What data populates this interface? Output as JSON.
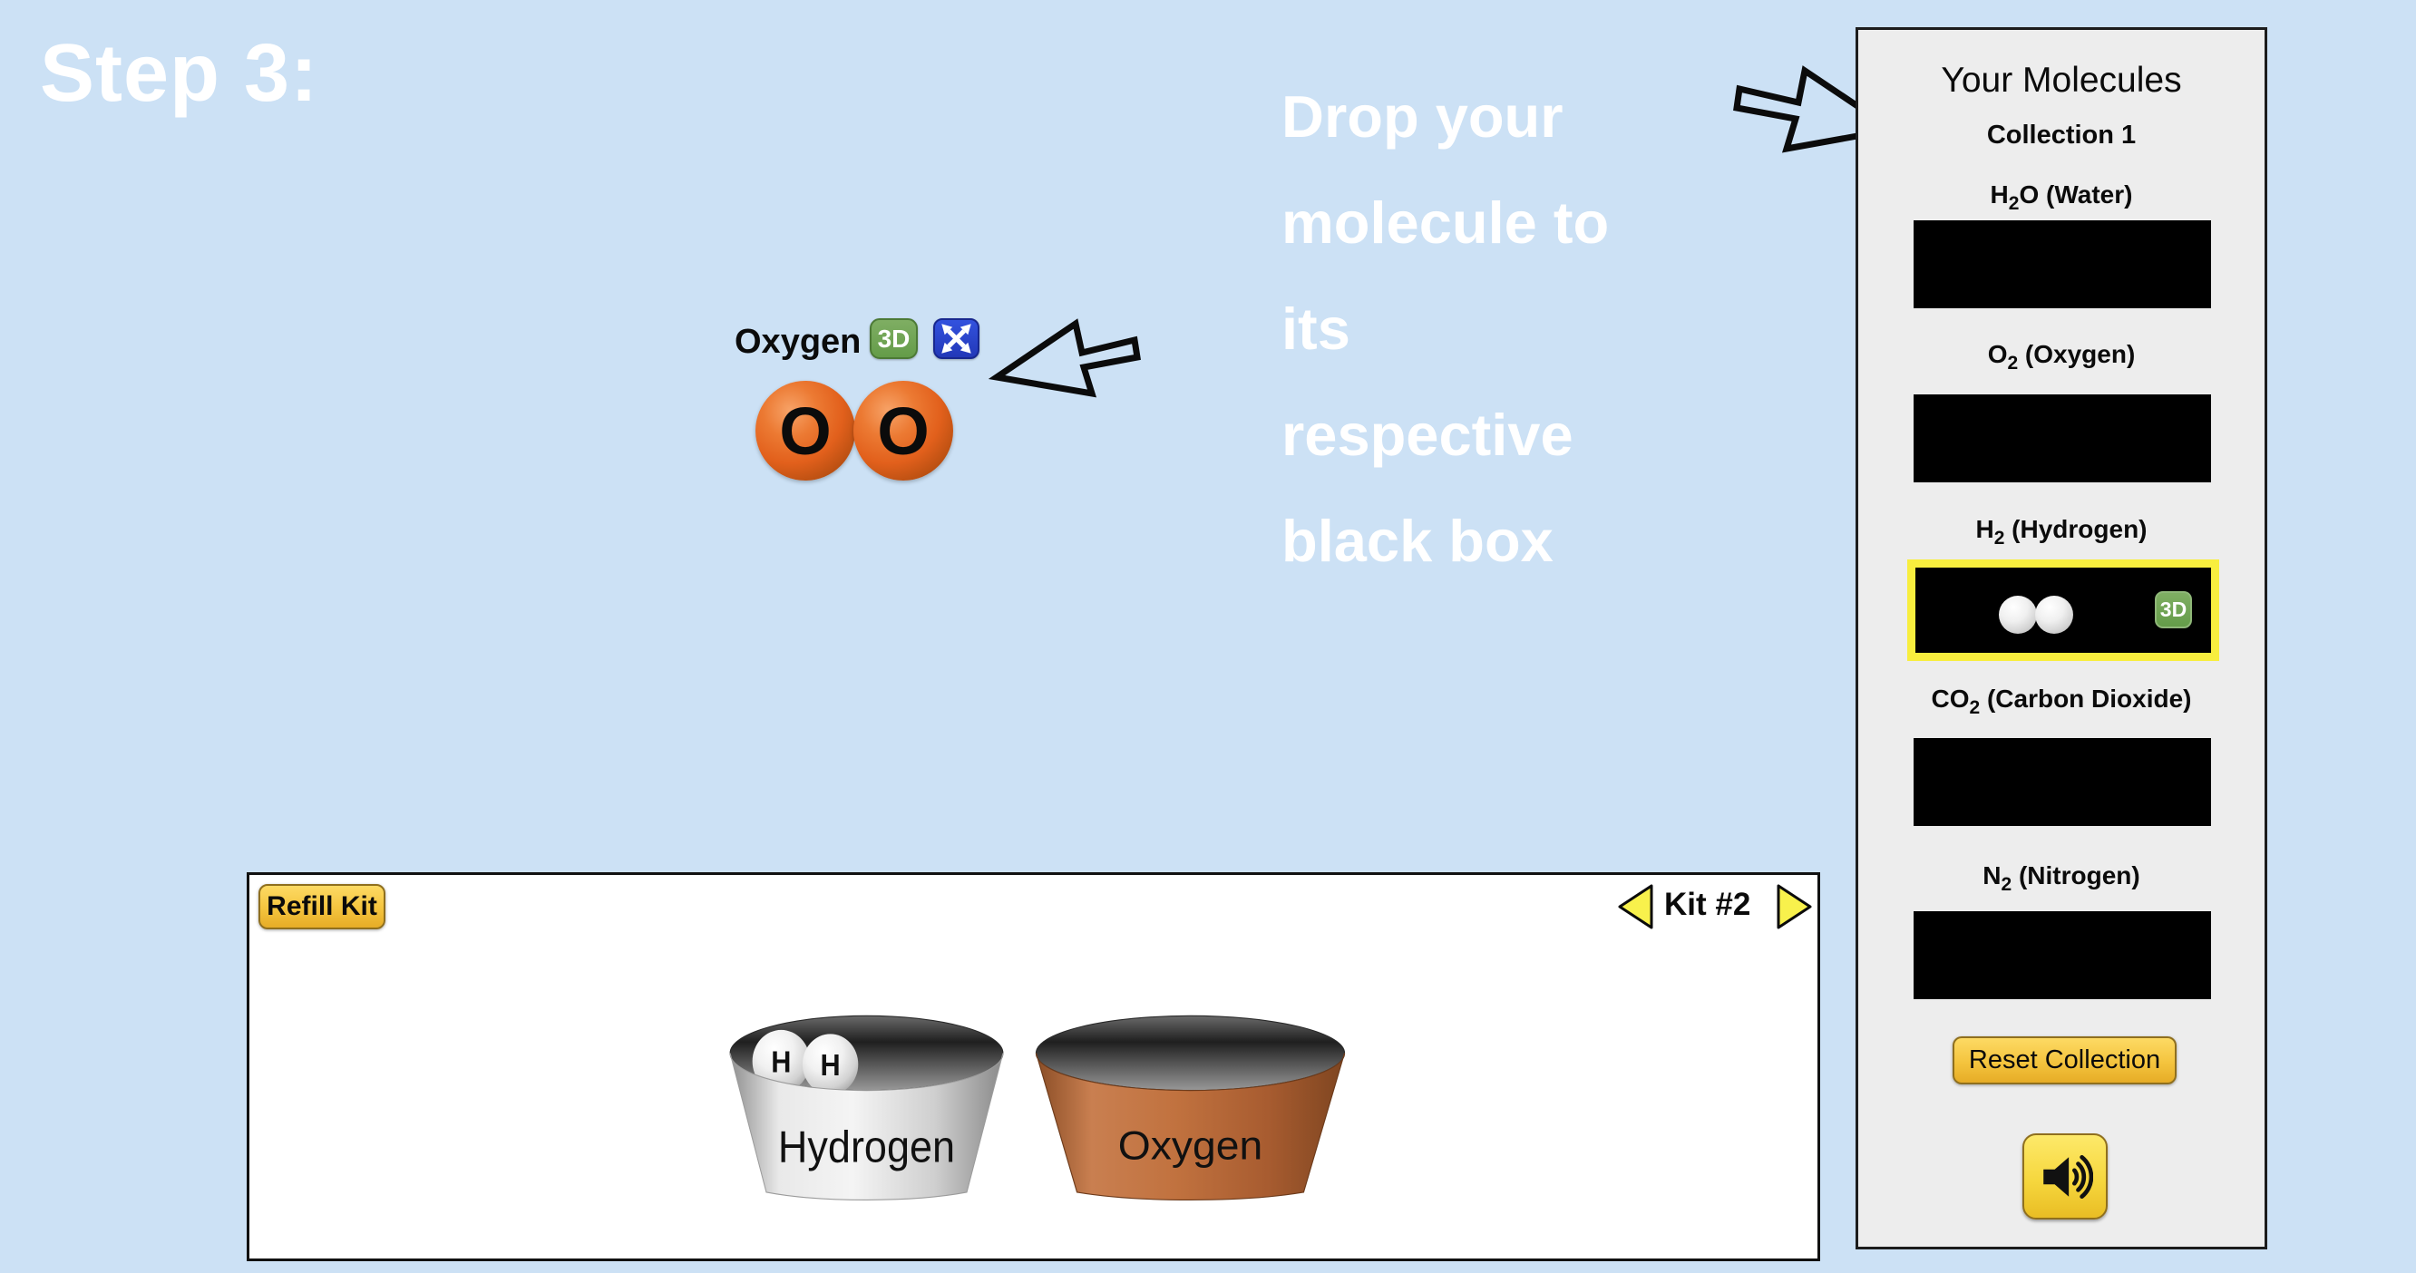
{
  "step_title": "Step 3:",
  "instruction_lines": [
    "Drop your",
    "molecule to",
    "its",
    "respective",
    "black box"
  ],
  "molecule_preview": {
    "name": "Oxygen",
    "threed_button": "3D",
    "atoms": [
      "O",
      "O"
    ]
  },
  "kit": {
    "refill_button": "Refill Kit",
    "kit_label": "Kit #2",
    "buckets": [
      {
        "label": "Hydrogen",
        "atom_symbol": "H",
        "color": "#d9d9d9"
      },
      {
        "label": "Oxygen",
        "color": "#b96b3c"
      }
    ]
  },
  "collection": {
    "title": "Your Molecules",
    "subtitle": "Collection 1",
    "slots": [
      {
        "formula_pre": "H",
        "formula_sub": "2",
        "formula_post": "O (Water)",
        "filled": false
      },
      {
        "formula_pre": "O",
        "formula_sub": "2",
        "formula_post": " (Oxygen)",
        "filled": false
      },
      {
        "formula_pre": "H",
        "formula_sub": "2",
        "formula_post": " (Hydrogen)",
        "filled": true,
        "highlighted": true,
        "threed_button": "3D",
        "molecule_atoms": [
          "H",
          "H"
        ]
      },
      {
        "formula_pre": "CO",
        "formula_sub": "2",
        "formula_post": " (Carbon Dioxide)",
        "filled": false
      },
      {
        "formula_pre": "N",
        "formula_sub": "2",
        "formula_post": " (Nitrogen)",
        "filled": false
      }
    ],
    "reset_button": "Reset Collection",
    "sound_icon": "speaker-with-waves"
  },
  "colors": {
    "background": "#cce1f5",
    "panel_bg": "#ededed",
    "button_yellow": "#f4c43e",
    "highlight_yellow": "#f8ee3e",
    "threed_green": "#649c49",
    "expand_blue": "#2b46cf",
    "oxygen_orange": "#e2601c",
    "copper_bucket": "#b96b3c",
    "silver_bucket": "#d9d9d9",
    "overlay_text": "#ffffff"
  }
}
